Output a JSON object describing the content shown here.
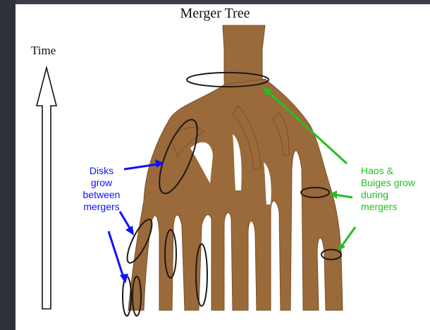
{
  "title": "Merger Tree",
  "time_label": "Time",
  "notes": {
    "disks": [
      "Disks",
      "grow",
      "between",
      "mergers"
    ],
    "halos": [
      "Haos &",
      "Buiges grow",
      "during",
      "mergers"
    ]
  },
  "colors": {
    "branch": "#9b6a3a",
    "branch_outline": "#7a5028",
    "disk_annotation": "#1010ff",
    "halo_annotation": "#22c022",
    "ellipse_outline": "#1a1a1a",
    "background_slide": "#ffffff"
  },
  "icons": [
    "time-arrow-icon",
    "merger-tree-graphic",
    "annotation-arrow-icon"
  ]
}
